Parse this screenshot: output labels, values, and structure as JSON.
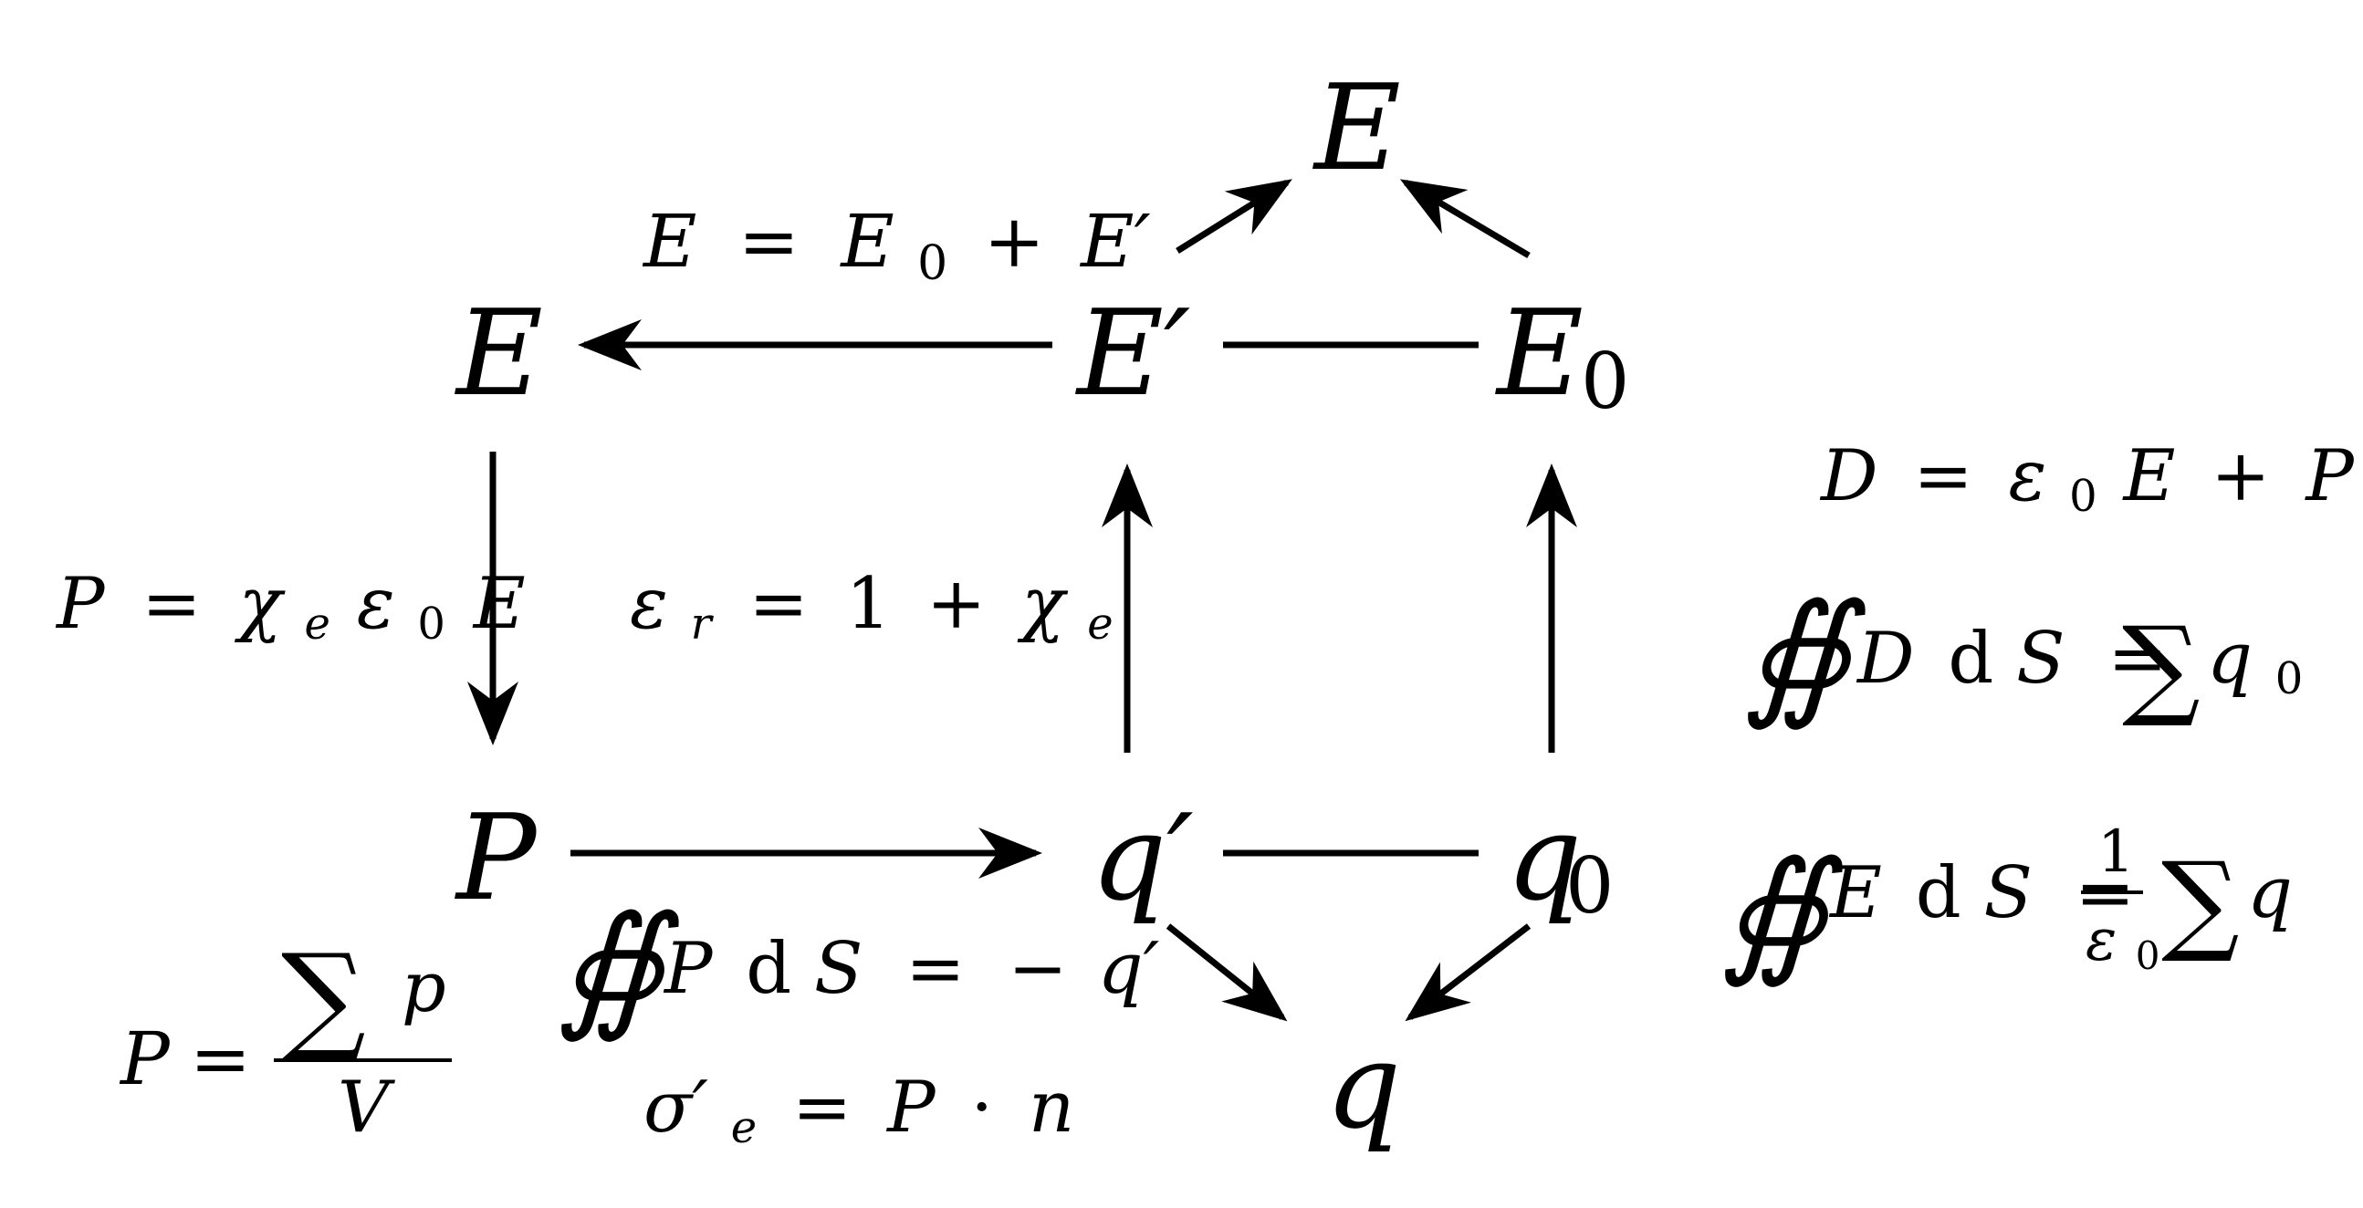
{
  "nodes": {
    "E_top": "E",
    "E_left": "E",
    "E_prime": "E′",
    "E_zero": "E",
    "E_zero_sub": "0",
    "P": "P",
    "q_prime": "q′",
    "q_zero": "q",
    "q_zero_sub": "0",
    "q_bottom": "q"
  },
  "equations": {
    "superposition": {
      "lhs": "E",
      "eq": "=",
      "e0": "E",
      "e0_sub": "0",
      "plus": "+",
      "eprime": "E′"
    },
    "polarization": {
      "p": "P",
      "eq": "=",
      "chi": "χ",
      "chi_sub": "e",
      "eps": "ε",
      "eps_sub": "0",
      "e": "E"
    },
    "relative_permittivity": {
      "eps": "ε",
      "eps_sub": "r",
      "eq": "=",
      "one": "1",
      "plus": "+",
      "chi": "χ",
      "chi_sub": "e"
    },
    "polarization_density": {
      "p": "P",
      "eq": "=",
      "sum": "∑",
      "numer": "p",
      "denom": "V"
    },
    "polarization_flux": {
      "oint": "∯",
      "p": "P",
      "d": "d",
      "s": "S",
      "eq": "=",
      "minus": "−",
      "q": "q′"
    },
    "surface_charge": {
      "sigma": "σ′",
      "sigma_sub": "e",
      "eq": "=",
      "p": "P",
      "dot": "·",
      "n": "n"
    },
    "displacement": {
      "d": "D",
      "eq": "=",
      "eps": "ε",
      "eps_sub": "0",
      "e": "E",
      "plus": "+",
      "p": "P"
    },
    "gauss_d": {
      "oint": "∯",
      "d_field": "D",
      "d": "d",
      "s": "S",
      "eq": "=",
      "sum": "∑",
      "q": "q",
      "q_sub": "0"
    },
    "gauss_e": {
      "oint": "∯",
      "e_field": "E",
      "d": "d",
      "s": "S",
      "eq": "=",
      "numer": "1",
      "denom": "ε",
      "denom_sub": "0",
      "sum": "∑",
      "q": "q"
    }
  }
}
